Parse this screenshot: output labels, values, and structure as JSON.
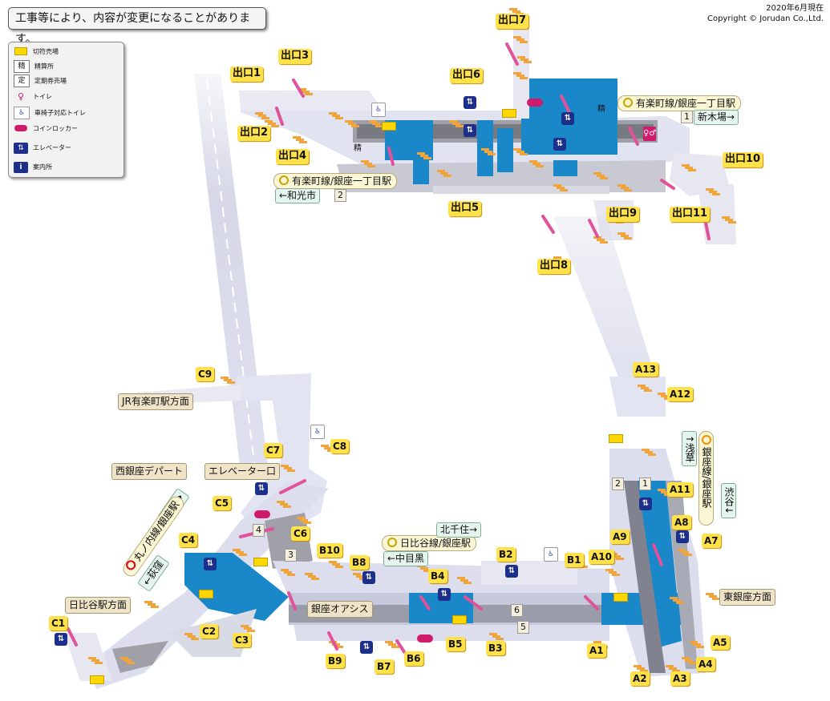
{
  "notice": "工事等により、内容が変更になることがあります。",
  "date": "2020年6月現在",
  "copyright": "Copyright © Jorudan Co.,Ltd.",
  "legend": [
    {
      "icon": "ticket-gate-icon",
      "label": "切符売場"
    },
    {
      "icon": "fare-adjustment-icon",
      "glyph": "精",
      "label": "精算所"
    },
    {
      "icon": "commuter-pass-icon",
      "glyph": "定",
      "label": "定期券売場"
    },
    {
      "icon": "toilet-icon",
      "label": "トイレ"
    },
    {
      "icon": "wheelchair-toilet-icon",
      "label": "車椅子対応トイレ"
    },
    {
      "icon": "coin-locker-icon",
      "label": "コインロッカー"
    },
    {
      "icon": "elevator-icon",
      "label": "エレベーター"
    },
    {
      "icon": "information-icon",
      "glyph": "i",
      "label": "案内所"
    }
  ],
  "icon_glyphs": {
    "elevator": "⇅",
    "wheelchair": "♿",
    "toilet": "♀♂"
  },
  "colors": {
    "passage": "#dfe1f0",
    "platform": "#1a87c9",
    "ticket": "#ffd700",
    "stair": "#f0a43c",
    "escalator": "#e0529a",
    "track": "#6b6b6b",
    "elevator": "#1c2f8a"
  },
  "exits": {
    "e1": "出口1",
    "e2": "出口2",
    "e3": "出口3",
    "e4": "出口4",
    "e5": "出口5",
    "e6": "出口6",
    "e7": "出口7",
    "e8": "出口8",
    "e9": "出口9",
    "e10": "出口10",
    "e11": "出口11",
    "a1": "A1",
    "a2": "A2",
    "a3": "A3",
    "a4": "A4",
    "a5": "A5",
    "a7": "A7",
    "a8": "A8",
    "a9": "A9",
    "a10": "A10",
    "a11": "A11",
    "a12": "A12",
    "a13": "A13",
    "b1": "B1",
    "b2": "B2",
    "b3": "B3",
    "b4": "B4",
    "b5": "B5",
    "b6": "B6",
    "b7": "B7",
    "b8": "B8",
    "b9": "B9",
    "b10": "B10",
    "c1": "C1",
    "c2": "C2",
    "c3": "C3",
    "c4": "C4",
    "c5": "C5",
    "c6": "C6",
    "c7": "C7",
    "c8": "C8",
    "c9": "C9"
  },
  "places": {
    "jr_yurakucho": "JR有楽町駅方面",
    "nishiginza_depart": "西銀座デパート",
    "elevator_exit": "エレベーター口",
    "hibiya_station_dir": "日比谷駅方面",
    "ginza_oasis": "銀座オアシス",
    "higashi_ginza_dir": "東銀座方面"
  },
  "lines": {
    "yurakucho_top": "有楽町線/銀座一丁目駅",
    "yurakucho_mid": "有楽町線/銀座一丁目駅",
    "hibiya": "日比谷線/銀座駅",
    "ginza": "銀座線/銀座駅",
    "marunouchi": "丸ノ内線/銀座駅"
  },
  "directions": {
    "shinkiba": "新木場→",
    "wakoshi": "←和光市",
    "kitasenju": "北千住→",
    "nakameguro": "←中目黒",
    "asakusa": "↑浅草",
    "shibuya": "渋谷↓",
    "ikebukuro": "池袋→",
    "ogikubo": "←荻窪"
  },
  "platforms": {
    "p1_top": "1",
    "p2_mid": "2",
    "g2": "2",
    "g1": "1",
    "m4": "4",
    "m3": "3",
    "h6": "6",
    "h5": "5"
  },
  "fare_glyph": "精"
}
